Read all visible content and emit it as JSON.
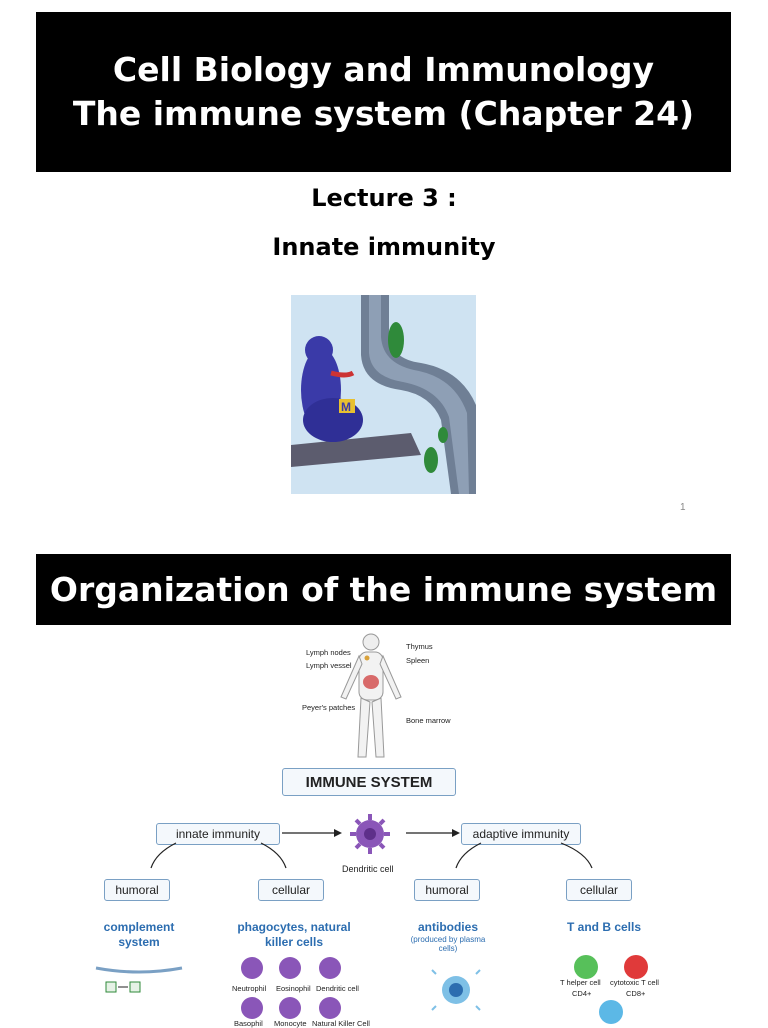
{
  "slide1": {
    "title_line1": "Cell Biology and Immunology",
    "title_line2": "The immune system (Chapter 24)",
    "lecture_number": "Lecture 3 :",
    "lecture_topic": "Innate immunity",
    "page_number": "1"
  },
  "slide2": {
    "title": "Organization of the immune system",
    "body_labels": {
      "lymph_nodes": "Lymph nodes",
      "lymph_vessel": "Lymph vessel",
      "thymus": "Thymus",
      "spleen": "Spleen",
      "peyers": "Peyer's patches",
      "bone_marrow": "Bone marrow"
    },
    "immune_system": "IMMUNE SYSTEM",
    "innate": "innate immunity",
    "adaptive": "adaptive immunity",
    "dendritic": "Dendritic cell",
    "humoral": "humoral",
    "cellular": "cellular",
    "complement": "complement system",
    "phagocytes": "phagocytes, natural killer cells",
    "antibodies": "antibodies",
    "antibodies_note": "(produced by plasma cells)",
    "tb_cells": "T and B cells",
    "cells": {
      "neutrophil": "Neutrophil",
      "eosinophil": "Eosinophil",
      "dendritic_cell": "Dendritic cell",
      "basophil": "Basophil",
      "monocyte": "Monocyte",
      "nk": "Natural Killer Cell",
      "t_helper": "T helper cell",
      "cd4": "CD4+",
      "cytotoxic": "cytotoxic T cell",
      "cd8": "CD8+"
    },
    "colors": {
      "box_border": "#7aa0c4",
      "accent_blue": "#2c6db0",
      "cell_purple": "#8a56b8"
    }
  }
}
